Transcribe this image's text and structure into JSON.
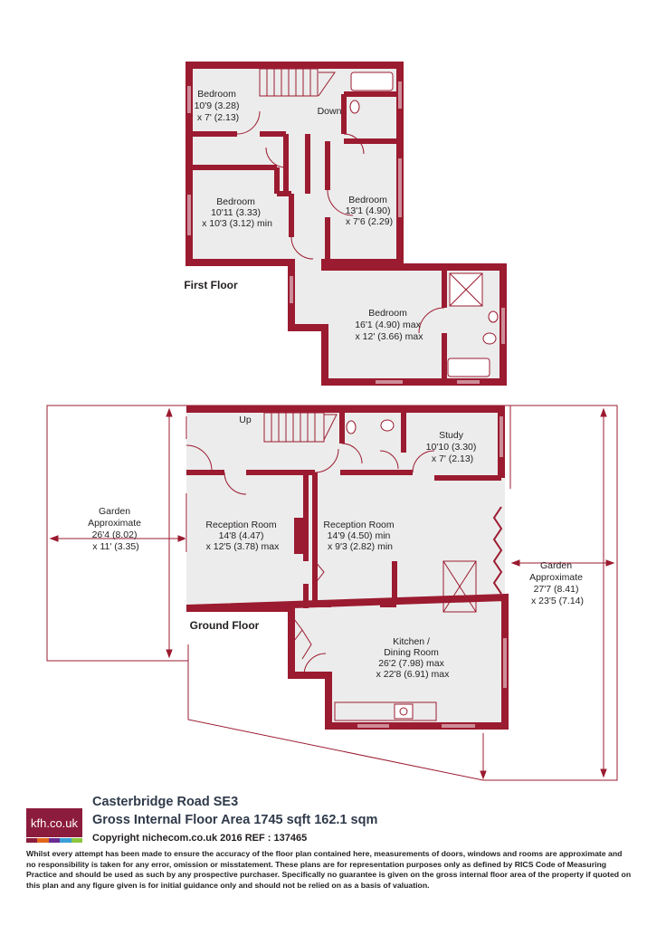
{
  "first_floor": {
    "label": "First Floor",
    "rooms": [
      {
        "id": "bed1",
        "lines": [
          "Bedroom",
          "10'9 (3.28)",
          "x 7' (2.13)"
        ]
      },
      {
        "id": "bed2",
        "lines": [
          "Bedroom",
          "10'11 (3.33)",
          "x 10'3 (3.12) min"
        ]
      },
      {
        "id": "bed3",
        "lines": [
          "Bedroom",
          "13'1 (4.90)",
          "x 7'6 (2.29)"
        ]
      },
      {
        "id": "bed4",
        "lines": [
          "Bedroom",
          "16'1 (4.90) max",
          "x 12' (3.66) max"
        ]
      }
    ],
    "stair_label": "Down"
  },
  "ground_floor": {
    "label": "Ground Floor",
    "stair_label": "Up",
    "rooms": [
      {
        "id": "study",
        "lines": [
          "Study",
          "10'10 (3.30)",
          "x 7' (2.13)"
        ]
      },
      {
        "id": "reception1",
        "lines": [
          "Reception Room",
          "14'8 (4.47)",
          "x 12'5 (3.78) max"
        ]
      },
      {
        "id": "reception2",
        "lines": [
          "Reception Room",
          "14'9 (4.50) min",
          "x 9'3 (2.82) min"
        ]
      },
      {
        "id": "kitchen",
        "lines": [
          "Kitchen /",
          "Dining Room",
          "26'2 (7.98) max",
          "x 22'8 (6.91) max"
        ]
      },
      {
        "id": "garden_left",
        "lines": [
          "Garden",
          "Approximate",
          "26'4 (8.02)",
          "x 11' (3.35)"
        ]
      },
      {
        "id": "garden_right",
        "lines": [
          "Garden",
          "Approximate",
          "27'7 (8.41)",
          "x 23'5 (7.14)"
        ]
      }
    ]
  },
  "footer": {
    "logo_text": "kfh.co.uk",
    "address": "Casterbridge Road  SE3",
    "floor_area": "Gross Internal Floor Area 1745 sqft 162.1 sqm",
    "copyright": "Copyright nichecom.co.uk 2016 REF : 137465",
    "disclaimer": "Whilst every attempt has been made to ensure the accuracy of the floor plan contained here, measurements of doors, windows and rooms are approximate and no responsibility is taken for any error, omission or misstatement.  These plans are for representation purposes only as defined by RICS Code of Measuring Practice and should be used as such by any prospective purchaser.  Specifically no guarantee is given on the gross internal floor area of the property if quoted on this plan and any figure given is for initial guidance only and should not be relied on as a basis of valuation."
  },
  "colors": {
    "wall": "#9b1b30",
    "floor": "#ececec",
    "logo_bg": "#8c1c3d",
    "logo_bars": [
      "#8c1c3d",
      "#e2661a",
      "#6a2c91",
      "#3aa0d7",
      "#8cc63f"
    ]
  }
}
